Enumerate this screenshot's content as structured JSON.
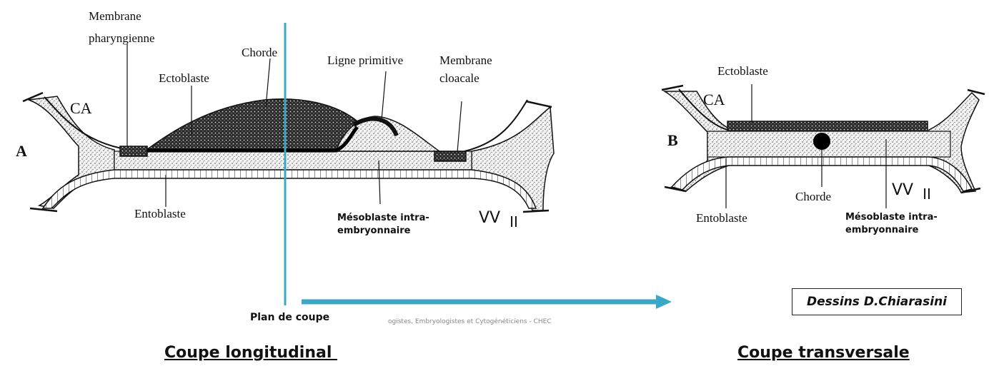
{
  "colors": {
    "cut_plane": "#3aa8c8",
    "arrow": "#3aa8c8",
    "ink": "#111111"
  },
  "panel_a": {
    "letter": "A",
    "labels": {
      "membrane_pharyngienne_1": "Membrane",
      "membrane_pharyngienne_2": "pharyngienne",
      "ectoblaste": "Ectoblaste",
      "chorde": "Chorde",
      "ligne_primitive": "Ligne primitive",
      "membrane_cloacale_1": "Membrane",
      "membrane_cloacale_2": "cloacale",
      "ca": "CA",
      "entoblaste": "Entoblaste",
      "mesoblaste_1": "Mésoblaste intra-",
      "mesoblaste_2": "embryonnaire",
      "vv": "VV",
      "vv_sub": "II"
    }
  },
  "panel_b": {
    "letter": "B",
    "labels": {
      "ectoblaste": "Ectoblaste",
      "ca": "CA",
      "entoblaste": "Entoblaste",
      "chorde": "Chorde",
      "vv": "VV",
      "vv_sub": "II",
      "mesoblaste_1": "Mésoblaste intra-",
      "mesoblaste_2": "embryonnaire"
    }
  },
  "plan_de_coupe": "Plan de coupe",
  "footer_text": "ogistes, Embryologistes et Cytogénéticiens - CHEC",
  "credit": "Dessins D.Chiarasini",
  "caption_longitudinal": "Coupe longitudinal ",
  "caption_transversal": "Coupe transversale"
}
